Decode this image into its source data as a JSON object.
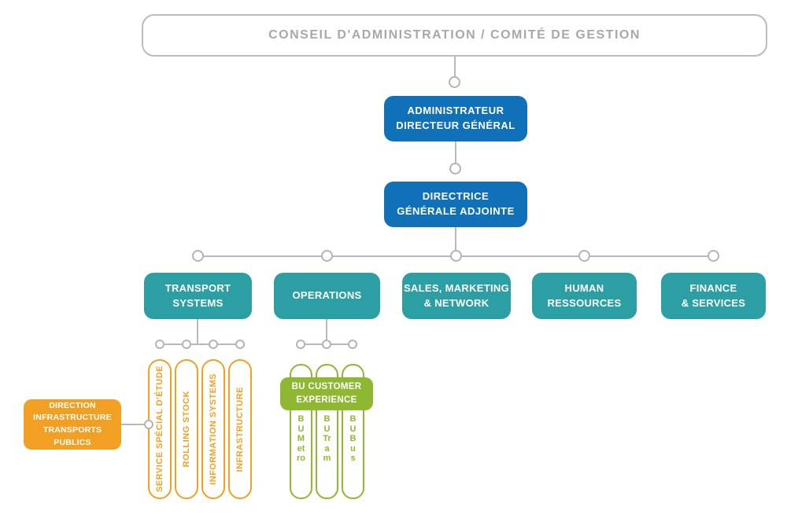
{
  "org": {
    "board": {
      "label": "CONSEIL D'ADMINISTRATION / COMITÉ DE GESTION"
    },
    "ceo": {
      "label": "ADMINISTRATEUR\nDIRECTEUR GÉNÉRAL"
    },
    "deputy": {
      "label": "DIRECTRICE\nGÉNÉRALE ADJOINTE"
    },
    "departments": [
      {
        "id": "transport-systems",
        "label": "TRANSPORT\nSYSTEMS"
      },
      {
        "id": "operations",
        "label": "OPERATIONS"
      },
      {
        "id": "sales-marketing-network",
        "label": "SALES, MARKETING\n& NETWORK"
      },
      {
        "id": "human-ressources",
        "label": "HUMAN\nRESSOURCES"
      },
      {
        "id": "finance-services",
        "label": "FINANCE\n& SERVICES"
      }
    ],
    "transport_units": [
      "SERVICE SPÉCIAL D'ÉTUDE",
      "ROLLING STOCK",
      "INFORMATION SYSTEMS",
      "INFRASTRUCTURE"
    ],
    "external_direction": {
      "label": "DIRECTION\nINFRASTRUCTURE\nTRANSPORTS PUBLICS"
    },
    "operations_bu_header": {
      "label": "BU CUSTOMER\nEXPERIENCE"
    },
    "operations_units": [
      "BUMetro",
      "BUTram",
      "BUBus"
    ]
  },
  "colors": {
    "blue": "#1070b8",
    "teal": "#2b9fa3",
    "orange": "#f2a024",
    "green": "#8fb832",
    "line_gray": "#b9b9b9",
    "board_text_gray": "#a8a8a8"
  }
}
